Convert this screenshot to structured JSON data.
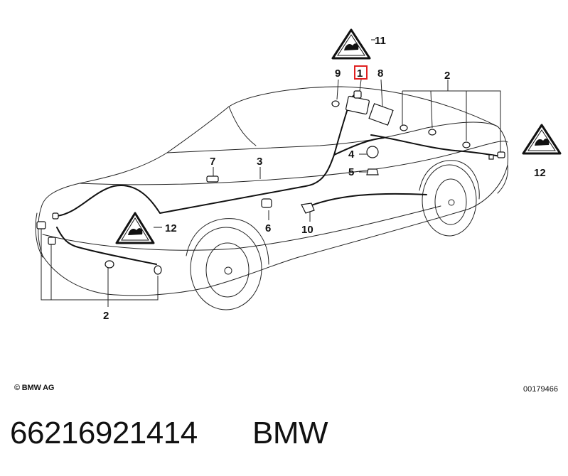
{
  "callouts": {
    "c1": "1",
    "c2_top": "2",
    "c2_bottom": "2",
    "c3": "3",
    "c4": "4",
    "c5": "5",
    "c6": "6",
    "c7": "7",
    "c8": "8",
    "c9": "9",
    "c10": "10",
    "c11": "11",
    "c12_left": "12",
    "c12_right": "12"
  },
  "highlight_color": "#e02020",
  "footer": {
    "copyright": "© BMW AG",
    "doc_number": "00179466"
  },
  "part": {
    "number": "66216921414",
    "brand": "BMW"
  }
}
